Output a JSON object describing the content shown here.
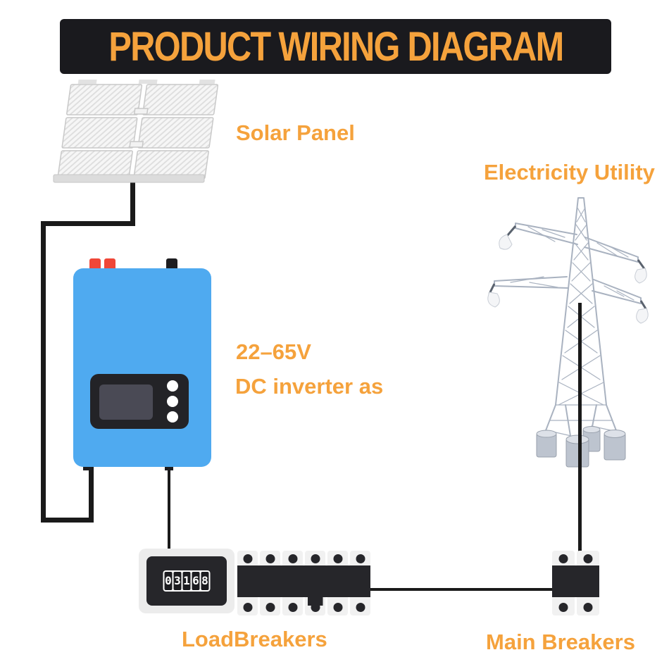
{
  "title": "PRODUCT WIRING DIAGRAM",
  "colors": {
    "accent_orange": "#F5A23C",
    "banner_bg": "#1A1A1E",
    "inverter_blue": "#4FAAF0",
    "wire_black": "#1A1A1A",
    "breaker_dark": "#26262A"
  },
  "labels": {
    "solar_panel": "Solar Panel",
    "electricity_utility": "Electricity Utility",
    "inverter_line1": "22–65V",
    "inverter_line2": "DC inverter as",
    "load_breakers": "LoadBreakers",
    "main_breakers": "Main Breakers"
  },
  "meter": {
    "digits": [
      "0",
      "3",
      "1",
      "6",
      "8"
    ]
  },
  "load_breakers": {
    "toggles": [
      "on",
      "on",
      "on",
      "off",
      "on",
      "on"
    ]
  },
  "main_breakers": {
    "toggles": [
      "on",
      "on"
    ]
  }
}
